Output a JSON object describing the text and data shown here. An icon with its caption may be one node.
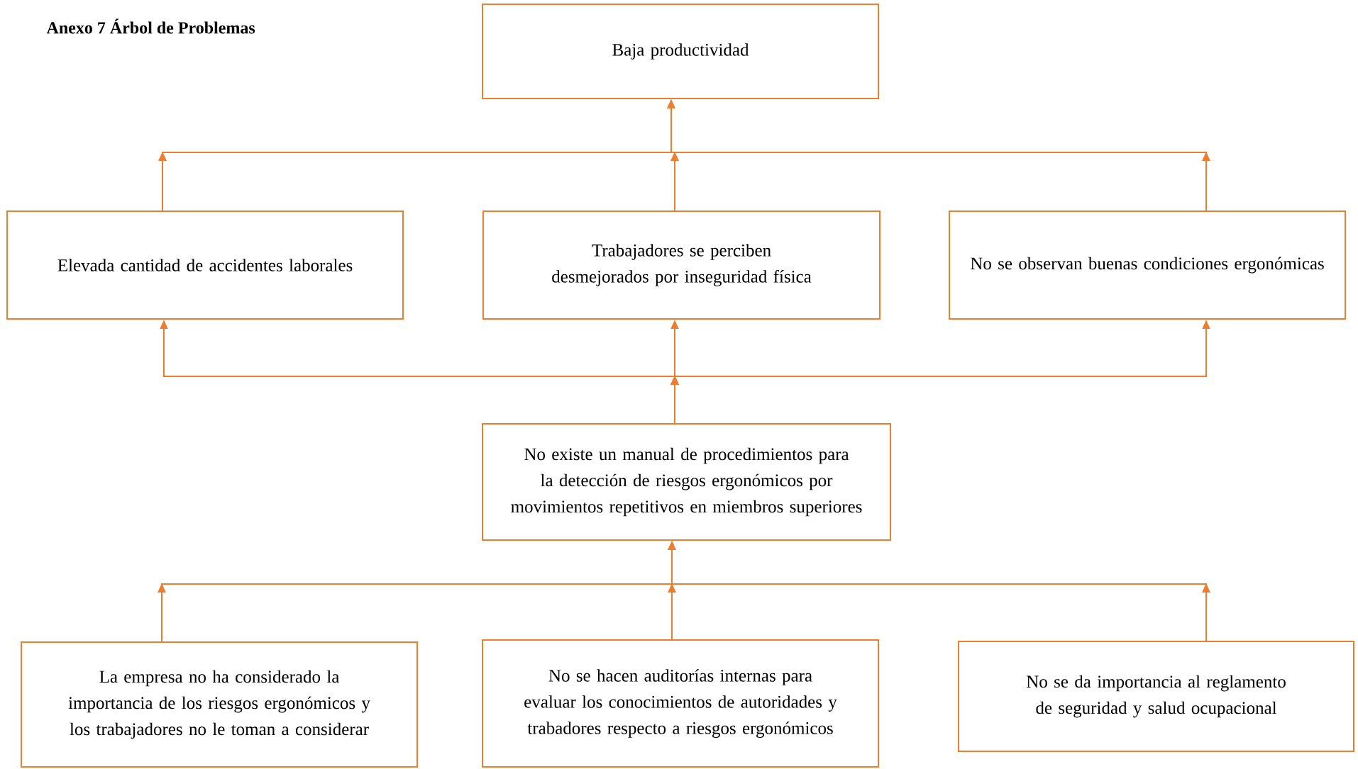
{
  "diagram": {
    "title": "Anexo 7 Árbol de Problemas",
    "nodes": [
      {
        "text": [
          "Baja productividad"
        ]
      },
      {
        "text": [
          "Elevada cantidad de accidentes laborales"
        ]
      },
      {
        "text": [
          "Trabajadores se perciben desmejorados por inseguridad física"
        ]
      },
      {
        "text": [
          "No se observan buenas condiciones ergonómicas"
        ]
      },
      {
        "text": [
          "No existe un manual de procedimientos para la detección de riesgos ergonómicos por movimientos repetitivos en miembros superiores"
        ]
      },
      {
        "text": [
          "La empresa no ha considerado la importancia de los riesgos ergonómicos y los trabajadores no le toman a considerar"
        ]
      },
      {
        "text": [
          "No se hacen auditorías internas para evaluar los conocimientos de autoridades y trabadores respecto a riesgos ergonómicos"
        ]
      },
      {
        "text": [
          "No se da importancia al reglamento de seguridad y salud ocupacional"
        ]
      }
    ],
    "edges": [
      {
        "from": 1,
        "to": 0,
        "arrow": "to"
      },
      {
        "from": 2,
        "to": 0,
        "arrow": "to"
      },
      {
        "from": 3,
        "to": 0,
        "arrow": "to"
      },
      {
        "from": 4,
        "to": 1,
        "arrow": "to"
      },
      {
        "from": 4,
        "to": 2,
        "arrow": "to"
      },
      {
        "from": 4,
        "to": 3,
        "arrow": "to"
      },
      {
        "from": 5,
        "to": 4,
        "arrow": "to"
      },
      {
        "from": 6,
        "to": 4,
        "arrow": "to"
      },
      {
        "from": 7,
        "to": 4,
        "arrow": "to"
      }
    ]
  }
}
